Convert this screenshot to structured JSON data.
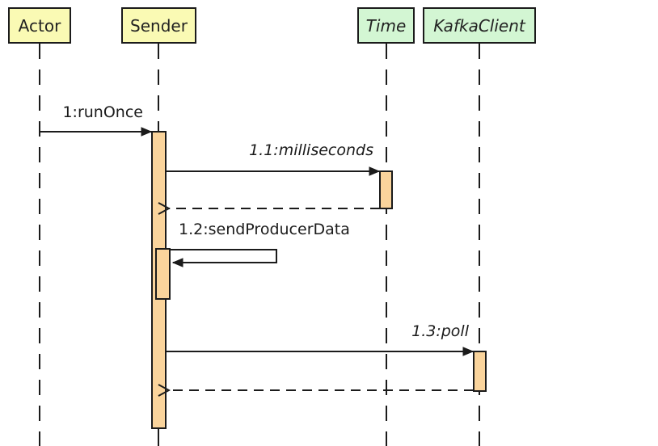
{
  "diagram": {
    "kind": "uml-sequence-diagram",
    "background": "#FFFFFF"
  },
  "colors": {
    "participant_object_fill": "#FAFAB4",
    "participant_class_fill": "#D3F6D3",
    "activation_fill": "#FAD49C",
    "line": "#1B1B1B",
    "text": "#1B1B1B"
  },
  "participants": [
    {
      "name": "Actor",
      "type": "object",
      "italic": false
    },
    {
      "name": "Sender",
      "type": "object",
      "italic": false
    },
    {
      "name": "Time",
      "type": "class",
      "italic": true
    },
    {
      "name": "KafkaClient",
      "type": "class",
      "italic": true
    }
  ],
  "messages": [
    {
      "label": "1:runOnce",
      "from": "Actor",
      "to": "Sender",
      "line": "solid",
      "arrowhead": "filled",
      "italic": false,
      "kind": "call"
    },
    {
      "label": "1.1:milliseconds",
      "from": "Sender",
      "to": "Time",
      "line": "solid",
      "arrowhead": "filled",
      "italic": true,
      "kind": "call"
    },
    {
      "label": "",
      "from": "Time",
      "to": "Sender",
      "line": "dashed",
      "arrowhead": "open",
      "italic": false,
      "kind": "return"
    },
    {
      "label": "1.2:sendProducerData",
      "from": "Sender",
      "to": "Sender",
      "line": "solid",
      "arrowhead": "filled",
      "italic": false,
      "kind": "self-call"
    },
    {
      "label": "1.3:poll",
      "from": "Sender",
      "to": "KafkaClient",
      "line": "solid",
      "arrowhead": "filled",
      "italic": true,
      "kind": "call"
    },
    {
      "label": "",
      "from": "KafkaClient",
      "to": "Sender",
      "line": "dashed",
      "arrowhead": "open",
      "italic": false,
      "kind": "return"
    }
  ]
}
